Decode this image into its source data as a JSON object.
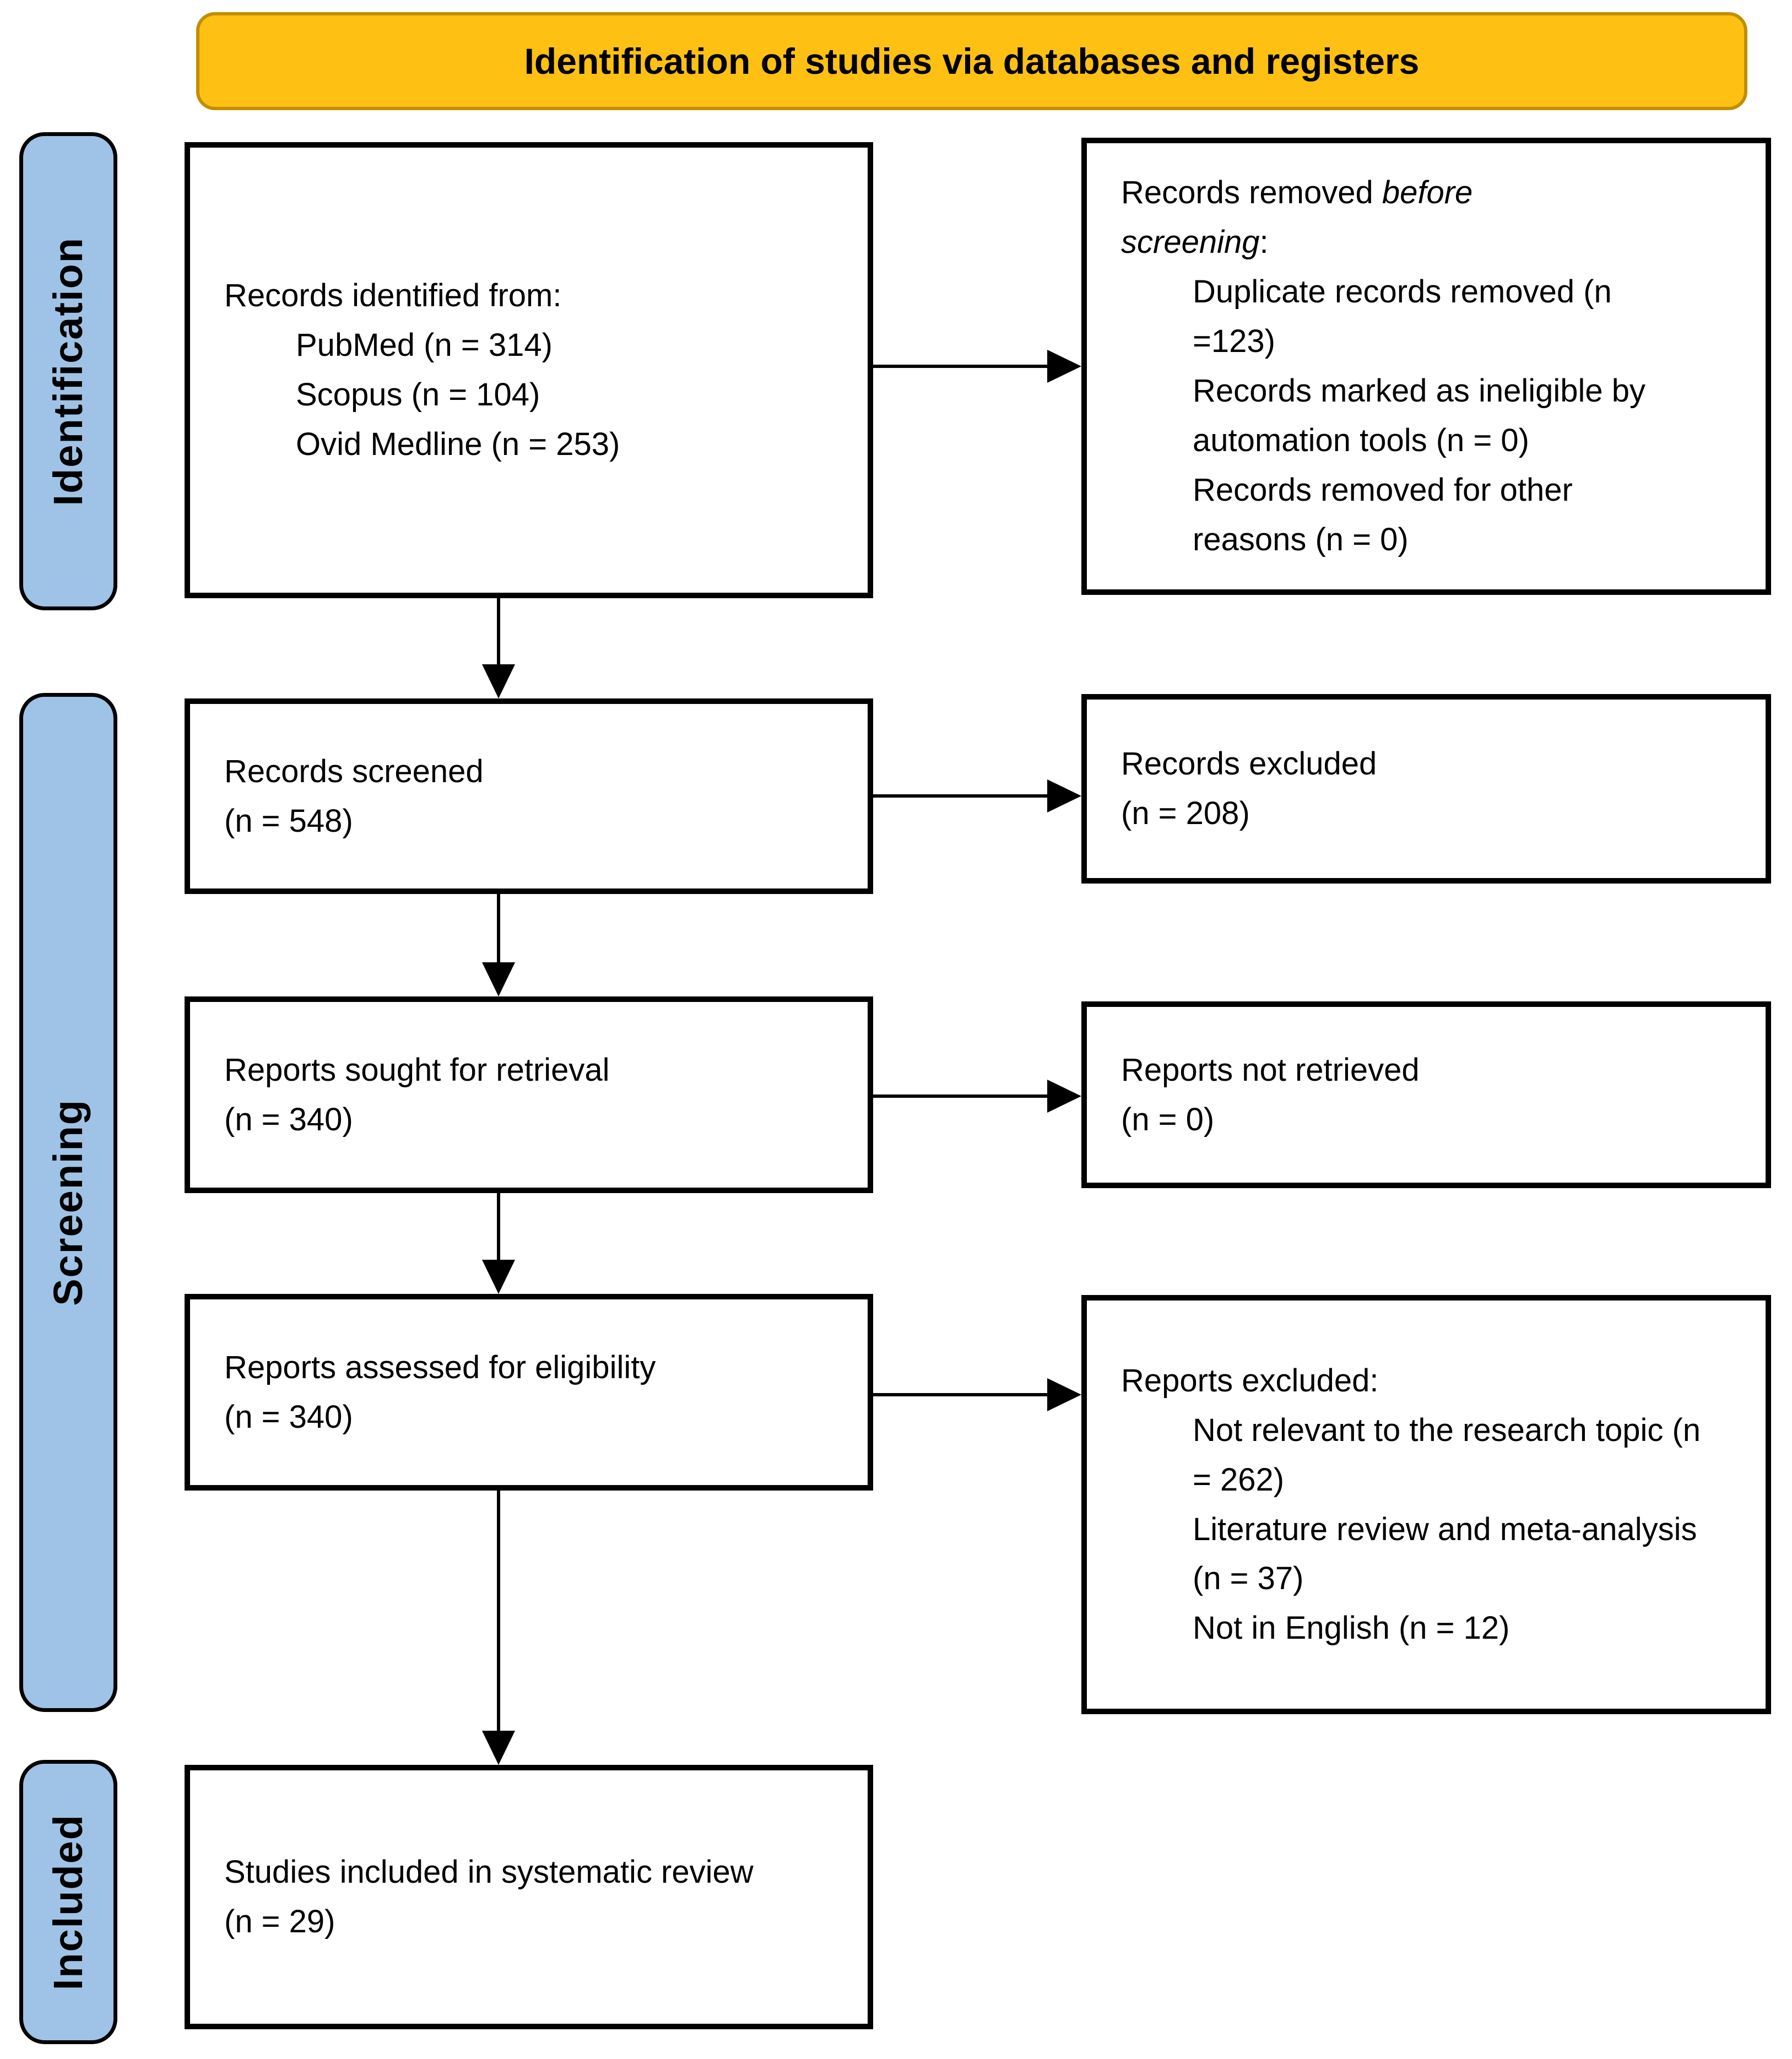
{
  "banner": {
    "label": "Identification of studies via databases and registers"
  },
  "sidebar": {
    "identification": "Identification",
    "screening": "Screening",
    "included": "Included"
  },
  "boxes": {
    "records_identified": {
      "lead": "Records identified from:",
      "items": [
        "PubMed (n = 314)",
        "Scopus (n = 104)",
        "Ovid Medline (n = 253)"
      ]
    },
    "records_removed": {
      "title_prefix": "Records removed ",
      "title_italic": "before screening",
      "title_suffix": ":",
      "items": [
        "Duplicate records removed (n =123)",
        "Records marked as ineligible by automation tools (n = 0)",
        "Records removed for other reasons (n = 0)"
      ]
    },
    "records_screened": {
      "line1": "Records screened",
      "line2": "(n = 548)"
    },
    "records_excluded": {
      "line1": "Records excluded",
      "line2": "(n = 208)"
    },
    "reports_sought": {
      "line1": "Reports sought for retrieval",
      "line2": "(n = 340)"
    },
    "reports_not_retrieved": {
      "line1": "Reports not retrieved",
      "line2": "(n = 0)"
    },
    "reports_assessed": {
      "line1": "Reports assessed for eligibility",
      "line2": "(n = 340)"
    },
    "reports_excluded": {
      "lead": "Reports excluded:",
      "items": [
        "Not relevant to the research topic (n = 262)",
        "Literature review and meta-analysis (n = 37)",
        "Not in English (n = 12)"
      ]
    },
    "studies_included": {
      "line1": "Studies included in systematic review",
      "line2": "(n = 29)"
    }
  },
  "colors": {
    "banner_bg": "#FDC013",
    "banner_border": "#C18E00",
    "sidebar_bg": "#9FC3E6",
    "sidebar_border": "#000000",
    "box_border": "#000000",
    "arrow_color": "#000000"
  }
}
